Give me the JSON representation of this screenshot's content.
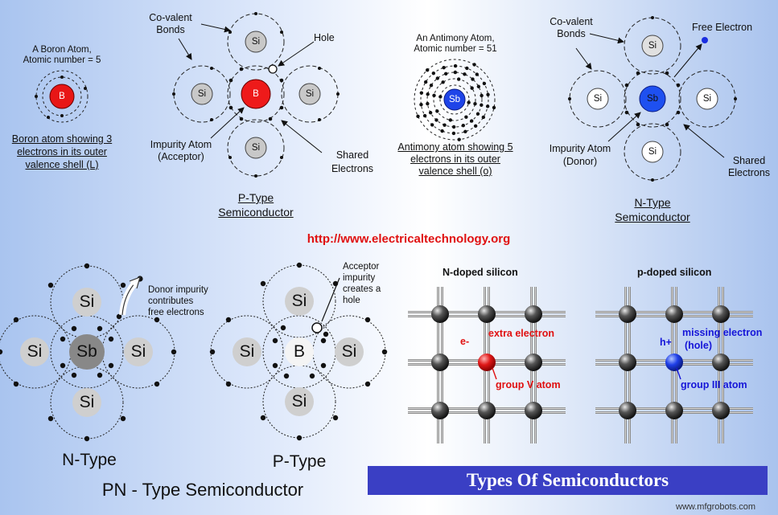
{
  "boron": {
    "title1": "A Boron Atom,",
    "title2": "Atomic number = 5",
    "symbol": "B",
    "caption1": "Boron atom showing 3",
    "caption2": "electrons in its outer",
    "caption3": "valence shell (L)"
  },
  "ptype_top": {
    "covalent1": "Co-valent",
    "covalent2": "Bonds",
    "hole": "Hole",
    "impurity1": "Impurity Atom",
    "impurity2": "(Acceptor)",
    "shared1": "Shared",
    "shared2": "Electrons",
    "center": "B",
    "si": "Si",
    "title1": "P-Type",
    "title2": "Semiconductor"
  },
  "antimony": {
    "title1": "An Antimony Atom,",
    "title2": "Atomic number = 51",
    "symbol": "Sb",
    "caption1": "Antimony atom showing 5",
    "caption2": "electrons in its outer",
    "caption3": "valence shell (o)"
  },
  "ntype_top": {
    "covalent1": "Co-valent",
    "covalent2": "Bonds",
    "free": "Free Electron",
    "impurity1": "Impurity Atom",
    "impurity2": "(Donor)",
    "shared1": "Shared",
    "shared2": "Electrons",
    "center": "Sb",
    "si": "Si",
    "title1": "N-Type",
    "title2": "Semiconductor"
  },
  "url": "http://www.electricaltechnology.org",
  "ntype_bottom": {
    "note1": "Donor impurity",
    "note2": "contributes",
    "note3": "free electrons",
    "center": "Sb",
    "si": "Si",
    "label": "N-Type"
  },
  "ptype_bottom": {
    "note1": "Acceptor",
    "note2": "impurity",
    "note3": "creates a",
    "note4": "hole",
    "center": "B",
    "si": "Si",
    "label": "P-Type"
  },
  "pn_title": "PN - Type Semiconductor",
  "ndoped": {
    "title": "N-doped silicon",
    "e_label": "e-",
    "extra": "extra electron",
    "group": "group V atom"
  },
  "pdoped": {
    "title": "p-doped silicon",
    "h_label": "h+",
    "missing1": "missing electron",
    "missing2": "(hole)",
    "group": "group III atom"
  },
  "banner": "Types Of Semiconductors",
  "watermark": "www.mfgrobots.com",
  "colors": {
    "red": "#e01010",
    "blue": "#1515d8",
    "banner": "#3a3fc4",
    "si_gray": "#c8c8c8"
  }
}
